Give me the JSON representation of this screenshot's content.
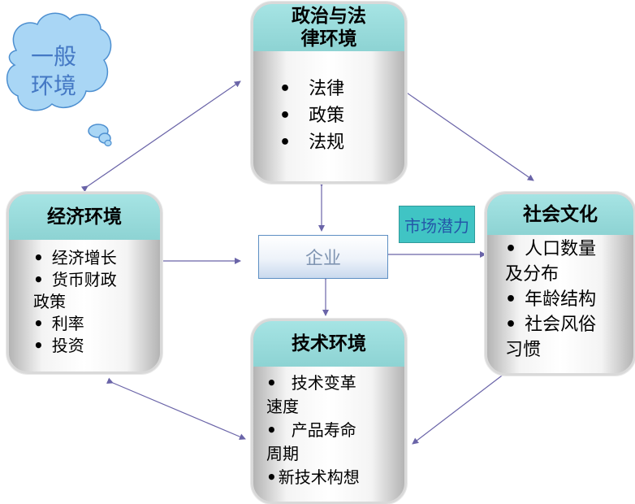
{
  "cloud": {
    "line1": "一般",
    "line2": "环境"
  },
  "political": {
    "title_line1": "政治与法",
    "title_line2": "律环境",
    "items": [
      "法律",
      "政策",
      "法规"
    ]
  },
  "economic": {
    "title": "经济环境",
    "items": [
      "经济增长",
      "货币财政",
      "政策",
      "利率",
      "投资"
    ]
  },
  "social": {
    "title": "社会文化",
    "items": [
      "人口数量",
      "及分布",
      "年龄结构",
      "社会风俗",
      "习惯"
    ]
  },
  "technology": {
    "title": "技术环境",
    "items": [
      "技术变革",
      "速度",
      "产品寿命",
      "周期",
      "新技术构想"
    ]
  },
  "center": {
    "label": "企业"
  },
  "market": {
    "label": "市场潜力"
  },
  "bullet": "•",
  "colors": {
    "header": "#8dd3d3",
    "arrow": "#6a64a8",
    "cloud": "#a9d6f5",
    "cloud_text": "#4478c4",
    "market_bg": "#40c4c4",
    "enterprise_border": "#5d8fc3"
  }
}
